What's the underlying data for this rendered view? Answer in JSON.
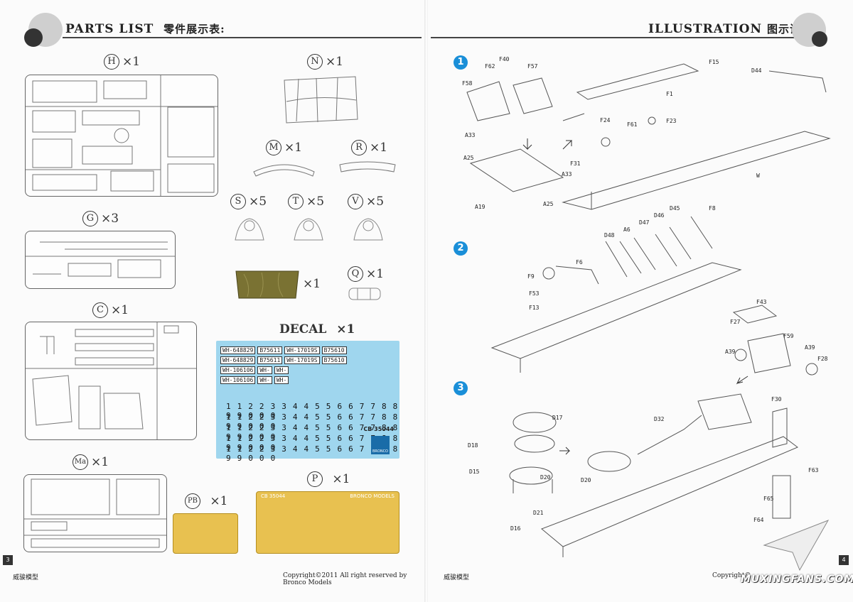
{
  "left_page": {
    "header": "PARTS LIST",
    "header_cn": "零件展示表:",
    "page_number": "3",
    "footer_brand": "威骏模型",
    "footer_copyright": "Copyright©2011  All right reserved by Bronco Models",
    "sprues": [
      {
        "letter": "H",
        "qty": "×1"
      },
      {
        "letter": "N",
        "qty": "×1"
      },
      {
        "letter": "M",
        "qty": "×1"
      },
      {
        "letter": "R",
        "qty": "×1"
      },
      {
        "letter": "S",
        "qty": "×5"
      },
      {
        "letter": "T",
        "qty": "×5"
      },
      {
        "letter": "V",
        "qty": "×5"
      },
      {
        "letter": "G",
        "qty": "×3"
      },
      {
        "letter": "Q",
        "qty": "×1"
      },
      {
        "letter": "C",
        "qty": "×1"
      },
      {
        "letter": "Ma",
        "qty": "×1"
      },
      {
        "letter": "PB",
        "qty": "×1"
      },
      {
        "letter": "P",
        "qty": "×1"
      }
    ],
    "tarp_qty": "×1",
    "decal": {
      "title": "DECAL",
      "qty": "×1",
      "rows": [
        [
          "WH-648829",
          "B75611",
          "WH-17019S",
          "B75610"
        ],
        [
          "WH-648829",
          "B75611",
          "WH-17019S",
          "B75610"
        ],
        [
          "WH-106106",
          "WH-",
          "WH-",
          ""
        ],
        [
          "WH-106106",
          "WH-",
          "WH-",
          ""
        ]
      ],
      "number_rows": [
        "1 1 2 2 3 3 4 4 5 5 6 6 7 7 8 8 9 9 0 0 0",
        "1 1 2 2 3 3 4 4 5 5 6 6 7 7 8 8 9 9 0 0 0",
        "1 1 2 2 3 3 4 4 5 5 6 6 7 7 8 8 9 9 0 0 0",
        "1 1 2 2 3 3 4 4 5 5 6 6 7 7 8 8 9 9 0 0 0",
        "1 1 2 2 3 3 4 4 5 5 6 6 7 7 8 8 9 9 0 0 0"
      ],
      "code": "CB 35044",
      "brand": "BRONCO"
    },
    "pe_labels": {
      "code": "CB 35044",
      "brand": "BRONCO MODELS"
    }
  },
  "right_page": {
    "header": "ILLUSTRATION",
    "header_cn": "图示说明:",
    "page_number": "4",
    "footer_brand": "威骏模型",
    "footer_copyright": "Copyright©",
    "steps": [
      {
        "number": "1",
        "parts": [
          "F40",
          "F62",
          "F57",
          "F15",
          "D44",
          "F58",
          "F1",
          "F24",
          "F61",
          "F23",
          "A33",
          "A25",
          "F31",
          "A33",
          "A19",
          "A25",
          "W"
        ]
      },
      {
        "number": "2",
        "parts": [
          "D48",
          "A6",
          "D47",
          "D46",
          "D45",
          "F8",
          "F6",
          "F9",
          "F53",
          "F13",
          "F43",
          "F27",
          "F59",
          "A39",
          "A39",
          "F28"
        ]
      },
      {
        "number": "3",
        "parts": [
          "D17",
          "D32",
          "F30",
          "D18",
          "D15",
          "D20",
          "D20",
          "D21",
          "D16",
          "F63",
          "F65",
          "F64"
        ]
      }
    ],
    "watermark": "MUXINGFANS.COM"
  }
}
